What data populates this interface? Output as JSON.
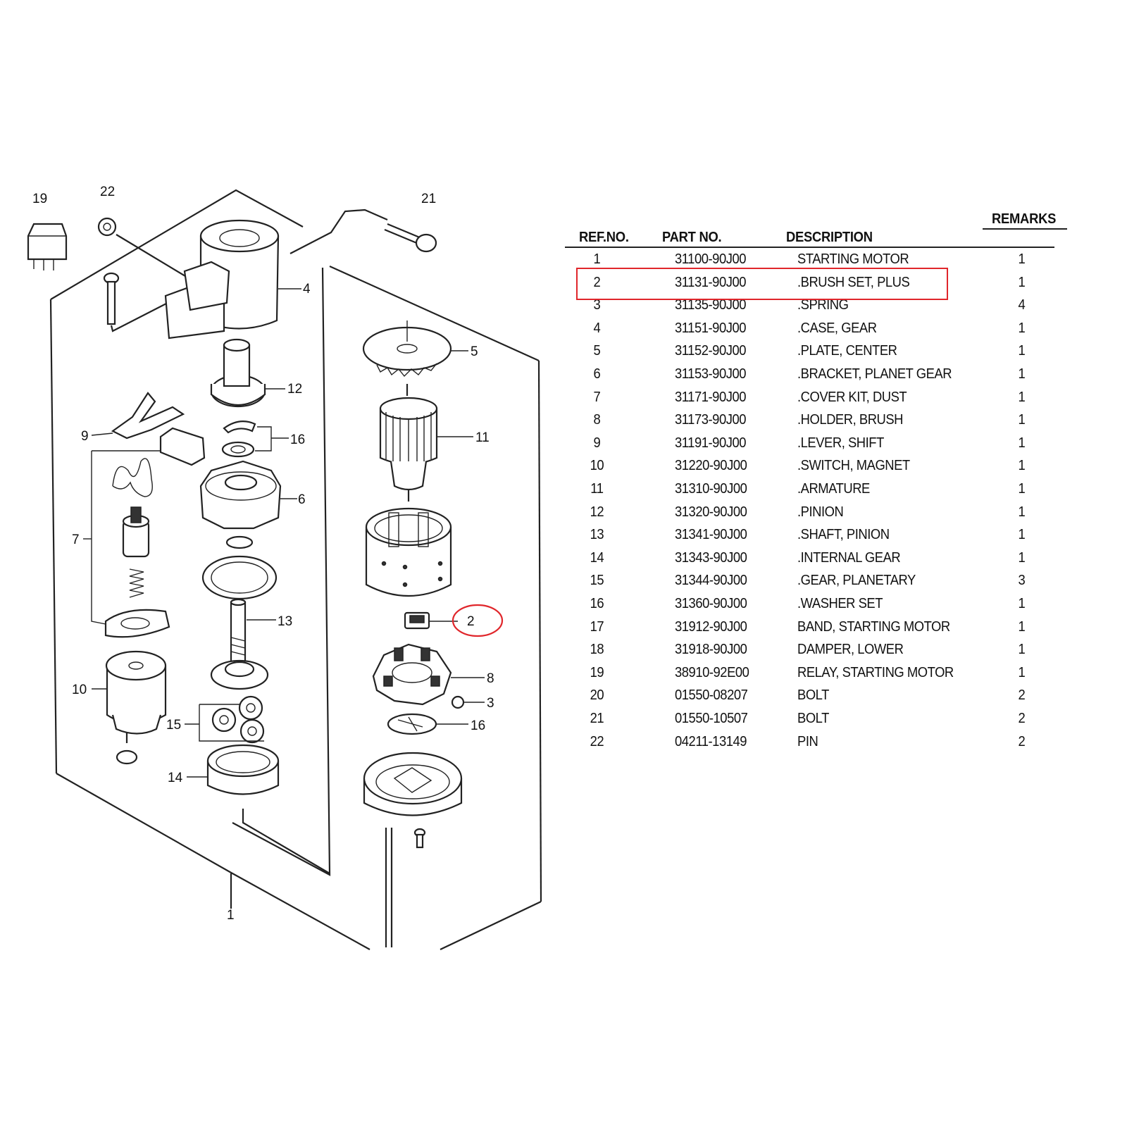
{
  "callouts": [
    "19",
    "22",
    "21",
    "4",
    "12",
    "9",
    "16",
    "7",
    "6",
    "5",
    "11",
    "13",
    "10",
    "15",
    "14",
    "2",
    "8",
    "3",
    "16",
    "1"
  ],
  "highlight_color": "#e0262b",
  "table": {
    "headers": {
      "ref": "REF.NO.",
      "part": "PART NO.",
      "desc": "DESCRIPTION",
      "remarks": "REMARKS"
    },
    "rows": [
      {
        "ref": "1",
        "part": "31100-90J00",
        "desc": "STARTING MOTOR",
        "qty": "1"
      },
      {
        "ref": "2",
        "part": "31131-90J00",
        "desc": ".BRUSH SET, PLUS",
        "qty": "1"
      },
      {
        "ref": "3",
        "part": "31135-90J00",
        "desc": ".SPRING",
        "qty": "4"
      },
      {
        "ref": "4",
        "part": "31151-90J00",
        "desc": ".CASE, GEAR",
        "qty": "1"
      },
      {
        "ref": "5",
        "part": "31152-90J00",
        "desc": ".PLATE, CENTER",
        "qty": "1"
      },
      {
        "ref": "6",
        "part": "31153-90J00",
        "desc": ".BRACKET, PLANET GEAR",
        "qty": "1"
      },
      {
        "ref": "7",
        "part": "31171-90J00",
        "desc": ".COVER KIT, DUST",
        "qty": "1"
      },
      {
        "ref": "8",
        "part": "31173-90J00",
        "desc": ".HOLDER, BRUSH",
        "qty": "1"
      },
      {
        "ref": "9",
        "part": "31191-90J00",
        "desc": ".LEVER, SHIFT",
        "qty": "1"
      },
      {
        "ref": "10",
        "part": "31220-90J00",
        "desc": ".SWITCH, MAGNET",
        "qty": "1"
      },
      {
        "ref": "11",
        "part": "31310-90J00",
        "desc": ".ARMATURE",
        "qty": "1"
      },
      {
        "ref": "12",
        "part": "31320-90J00",
        "desc": ".PINION",
        "qty": "1"
      },
      {
        "ref": "13",
        "part": "31341-90J00",
        "desc": ".SHAFT, PINION",
        "qty": "1"
      },
      {
        "ref": "14",
        "part": "31343-90J00",
        "desc": ".INTERNAL GEAR",
        "qty": "1"
      },
      {
        "ref": "15",
        "part": "31344-90J00",
        "desc": ".GEAR, PLANETARY",
        "qty": "3"
      },
      {
        "ref": "16",
        "part": "31360-90J00",
        "desc": ".WASHER SET",
        "qty": "1"
      },
      {
        "ref": "17",
        "part": "31912-90J00",
        "desc": "BAND, STARTING MOTOR",
        "qty": "1"
      },
      {
        "ref": "18",
        "part": "31918-90J00",
        "desc": "DAMPER, LOWER",
        "qty": "1"
      },
      {
        "ref": "19",
        "part": "38910-92E00",
        "desc": "RELAY, STARTING MOTOR",
        "qty": "1"
      },
      {
        "ref": "20",
        "part": "01550-08207",
        "desc": "BOLT",
        "qty": "2"
      },
      {
        "ref": "21",
        "part": "01550-10507",
        "desc": "BOLT",
        "qty": "2"
      },
      {
        "ref": "22",
        "part": "04211-13149",
        "desc": "PIN",
        "qty": "2"
      }
    ]
  }
}
